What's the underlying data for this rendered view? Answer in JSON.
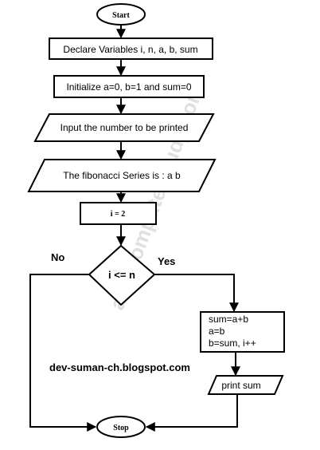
{
  "flowchart": {
    "start": "Start",
    "declare": "Declare Variables i, n, a, b, sum",
    "initialize": "Initialize a=0, b=1 and sum=0",
    "input": "Input the number to be printed",
    "output_series": "The fibonacci Series is : a b",
    "set_i": "i = 2",
    "condition": "i <= n",
    "no_label": "No",
    "yes_label": "Yes",
    "compute_lines": [
      "sum=a+b",
      "a=b",
      "b=sum, i++"
    ],
    "print": "print sum",
    "stop": "Stop"
  },
  "caption": "dev-suman-ch.blogspot.com",
  "watermark": "atozcomputerstudy.com"
}
